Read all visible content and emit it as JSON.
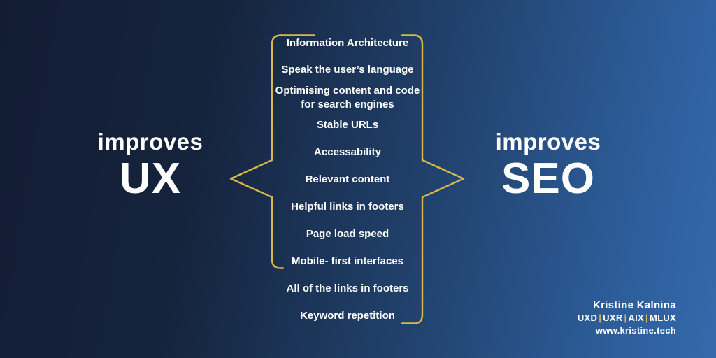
{
  "title": "UX and SEO improvements diagram",
  "colors": {
    "background_left": "#121d33",
    "background_right": "#3469ab",
    "brace": "#d9b84b",
    "text": "#ffffff",
    "accent_gold": "#d9b84b"
  },
  "left_label": {
    "top": "improves",
    "bottom": "UX"
  },
  "right_label": {
    "top": "improves",
    "bottom": "SEO"
  },
  "list": {
    "items": [
      {
        "text": "Information Architecture"
      },
      {
        "text": "Speak the user’s language"
      },
      {
        "text": "Optimising content and code\nfor search engines"
      },
      {
        "text": "Stable URLs"
      },
      {
        "text": "Accessability"
      },
      {
        "text": "Relevant content"
      },
      {
        "text": "Helpful links in footers"
      },
      {
        "text": "Page load speed"
      },
      {
        "text": "Mobile- first interfaces"
      },
      {
        "text": "All of the links in footers"
      },
      {
        "text": "Keyword repetition"
      }
    ]
  },
  "footer": {
    "name": "Kristine Kalnina",
    "credentials": [
      "UXD",
      "UXR",
      "AIX",
      "MLUX"
    ],
    "separator": "|",
    "website": "www.kristine.tech"
  }
}
